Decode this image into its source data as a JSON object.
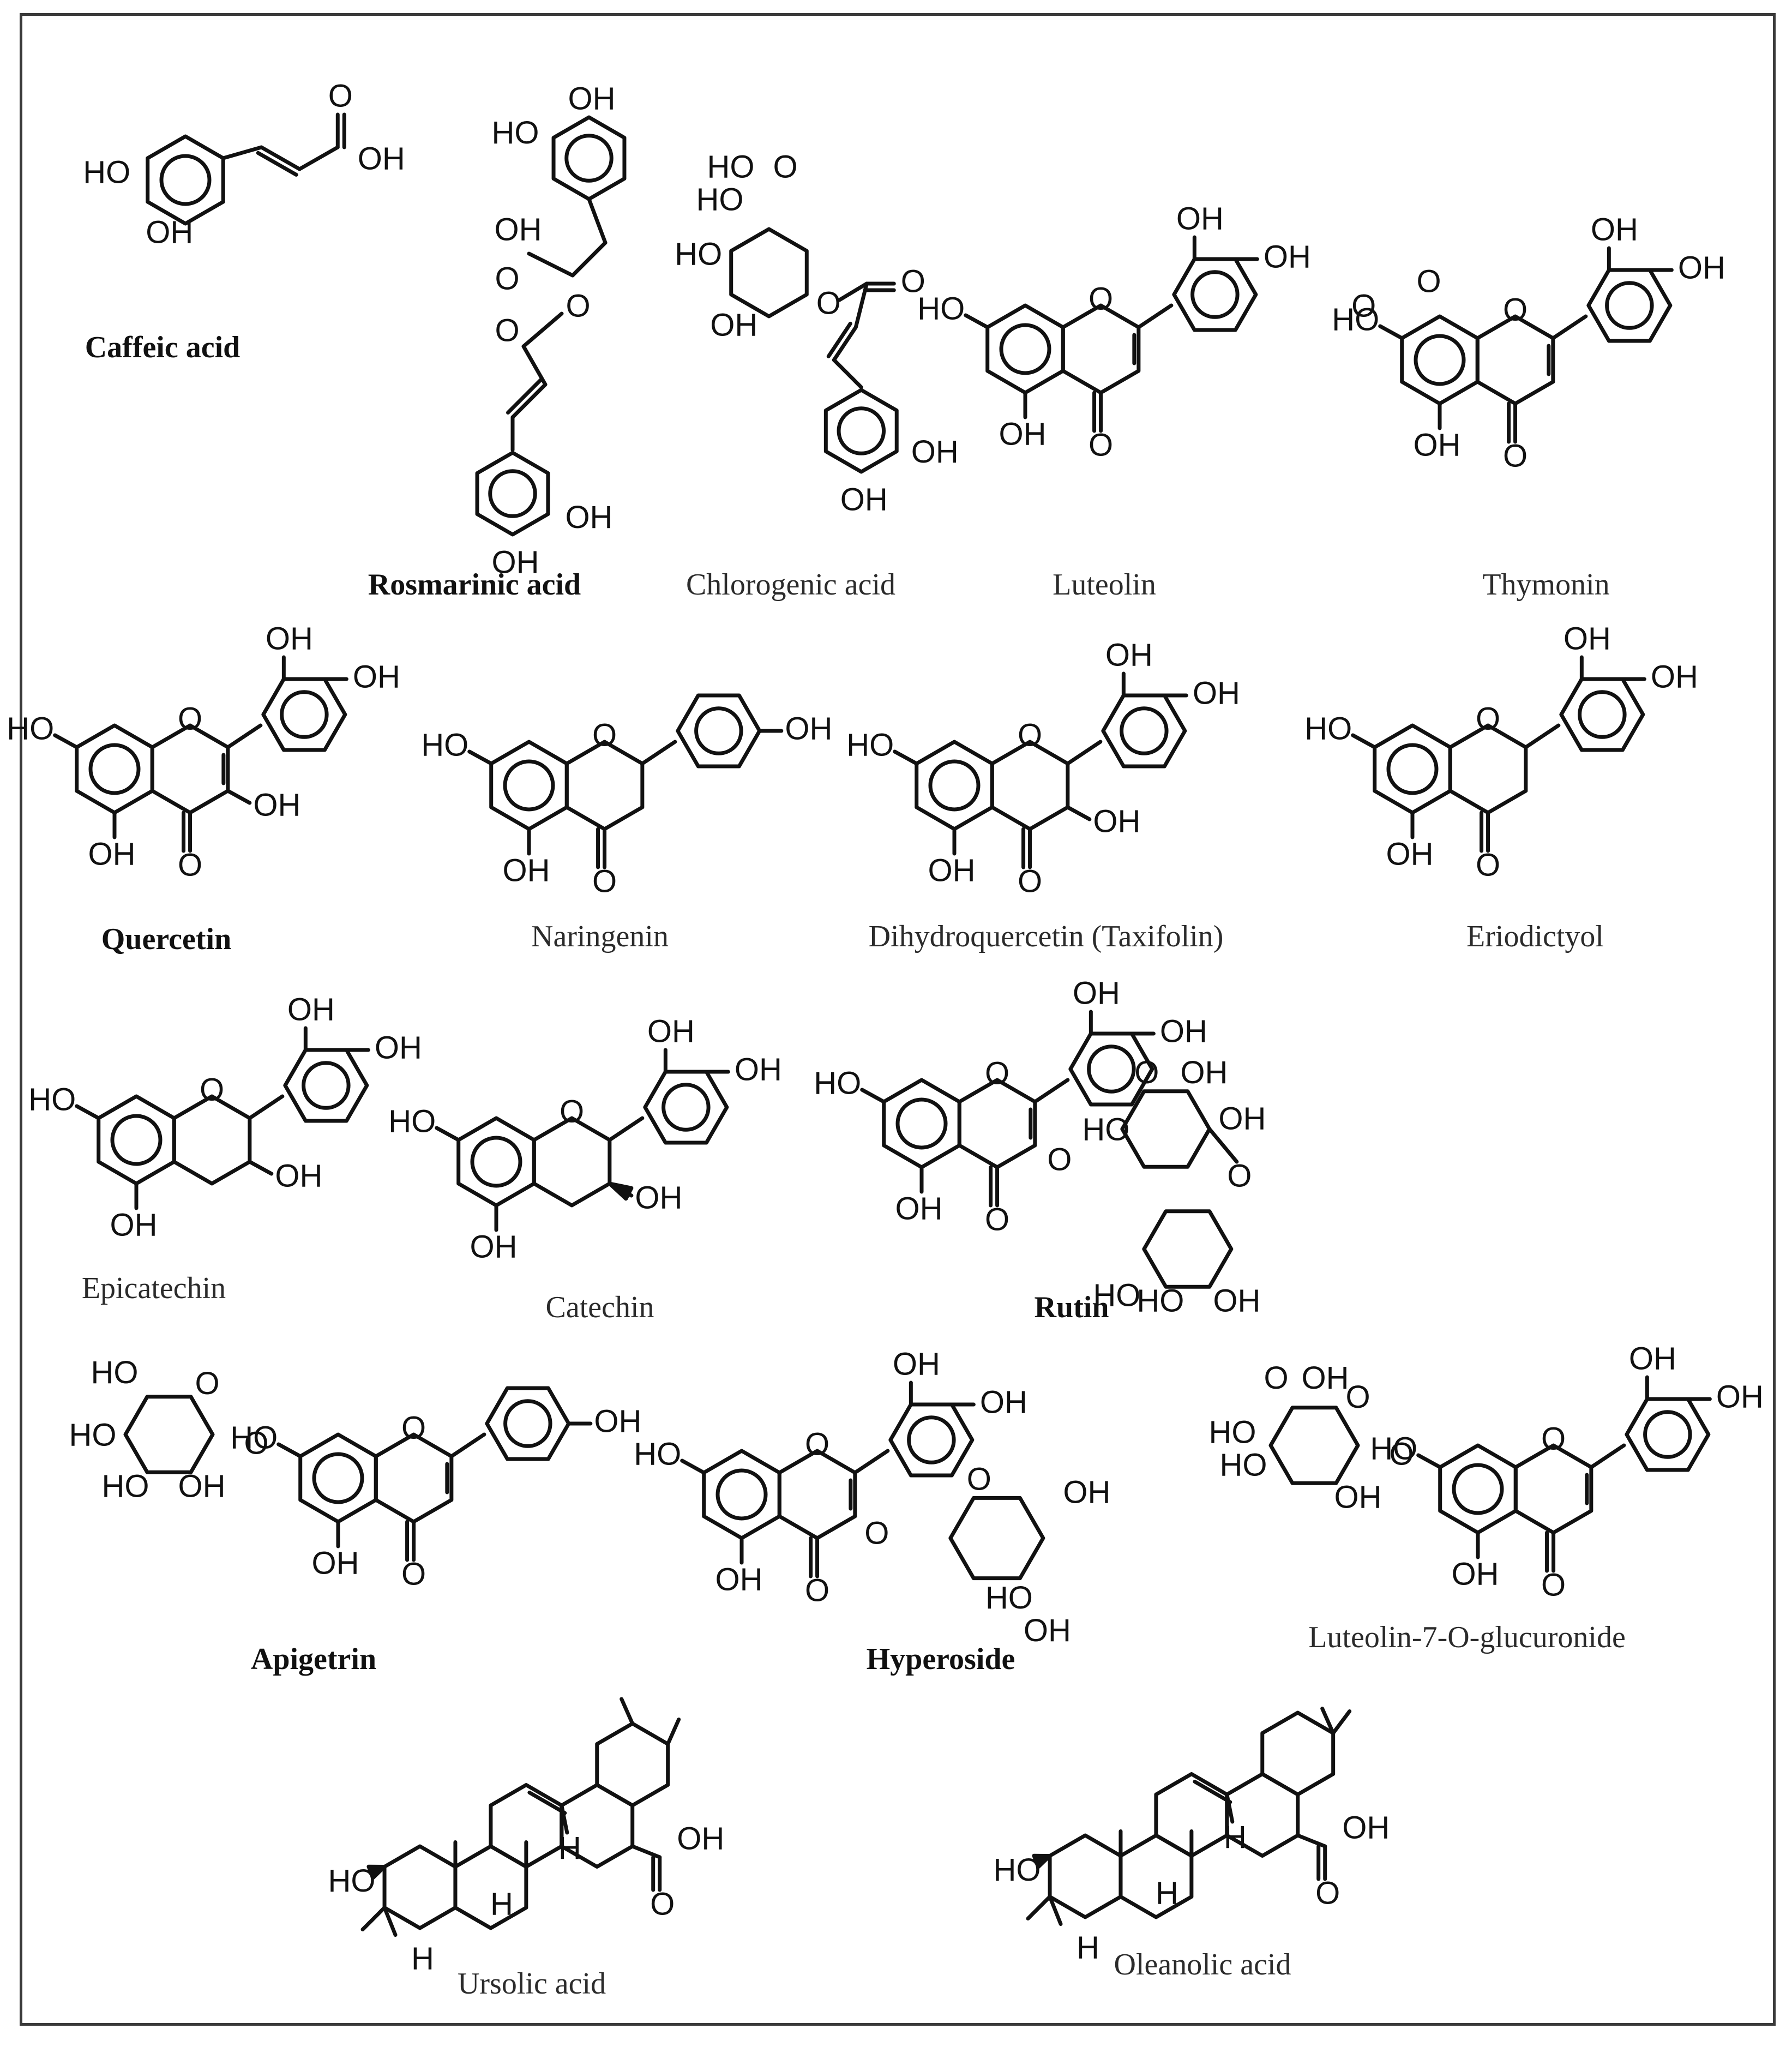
{
  "compounds": [
    {
      "name": "Caffeic acid",
      "bold": true
    },
    {
      "name": "Rosmarinic acid",
      "bold": true
    },
    {
      "name": "Chlorogenic acid",
      "bold": false
    },
    {
      "name": "Luteolin",
      "bold": false
    },
    {
      "name": "Thymonin",
      "bold": false
    },
    {
      "name": "Quercetin",
      "bold": true
    },
    {
      "name": "Naringenin",
      "bold": false
    },
    {
      "name": "Dihydroquercetin (Taxifolin)",
      "bold": false
    },
    {
      "name": "Eriodictyol",
      "bold": false
    },
    {
      "name": "Epicatechin",
      "bold": false
    },
    {
      "name": "Catechin",
      "bold": false
    },
    {
      "name": "Rutin",
      "bold": true
    },
    {
      "name": "Apigetrin",
      "bold": true
    },
    {
      "name": "Hyperoside",
      "bold": true
    },
    {
      "name": "Luteolin-7-O-glucuronide",
      "bold": false
    },
    {
      "name": "Ursolic acid",
      "bold": false
    },
    {
      "name": "Oleanolic acid",
      "bold": false
    }
  ],
  "atom_labels": {
    "OH": "OH",
    "HO": "HO",
    "O": "O",
    "H": "H"
  }
}
